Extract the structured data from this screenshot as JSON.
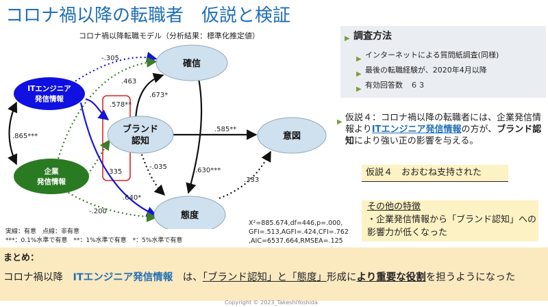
{
  "slide": {
    "title": "コロナ禍以降の転職者　仮説と検証",
    "model_title": "コロナ禍以降転職モデル（分析結果：標準化推定値）"
  },
  "diagram": {
    "nodes": {
      "it": {
        "line1": "ITエンジニア",
        "line2": "発信情報"
      },
      "corp": {
        "line1": "企業",
        "line2": "発信情報"
      },
      "brand": {
        "line1": "ブランド",
        "line2": "認知"
      },
      "certainty": "確信",
      "intention": "意図",
      "attitude": "態度"
    },
    "coefficients": {
      "it_certainty": "-.305",
      "corp_certainty": ".463",
      "it_brand": ".578**",
      "corp_brand": ".335",
      "brand_certainty": ".673*",
      "brand_intention": ".585**",
      "brand_attitude": "-.035",
      "certainty_attitude": ".630***",
      "attitude_intention": ".333",
      "it_attitude": ".640*",
      "corp_attitude": "-.200",
      "it_corp": ".865***"
    },
    "colors": {
      "it_node": "#1010e0",
      "corp_node": "#2a7a22",
      "ellipse": "#cfe0ee",
      "blue_arrow": "#1515d8",
      "green_arrow": "#3d7a2a",
      "black_arrow": "#111111",
      "highlight_box": "#e02020"
    },
    "legend": {
      "line1": "実線：有意　点線：非有意",
      "line2": "***：0.1%水準で有意　**：1%水準で有意　*：5%水準で有意"
    },
    "fit": {
      "line1": "X²=885.674,df=446,p=.000,",
      "line2": "GFI=.513,AGFI=.424,CFI=.762",
      "line3": ",AIC=6537.664,RMSEA=.125"
    }
  },
  "method": {
    "heading": "調査方法",
    "items": [
      "インターネットによる質問紙調査(同様)",
      "最後の転職経験が、2020年4月以降",
      "有効回答数　６３"
    ]
  },
  "hypothesis": {
    "p1": "仮説４：コロナ禍以降の転職者には、企業発信情報より",
    "hl": "ITエンジニア発信情報",
    "p2": "の方が、",
    "bd": "ブランド認知",
    "p3": "により強い正の影響を与える。"
  },
  "support": "仮説４　おおむね支持された",
  "feature": {
    "heading": "その他の特徴",
    "body": "・企業発信情報から「ブランド認知」への影響力が低くなった"
  },
  "summary": {
    "heading": "まとめ：",
    "p1": "コロナ禍以降　",
    "hl": "ITエンジニア発信情報",
    "p2": "　は、",
    "ul": "「ブランド認知」と「態度」",
    "p3": "形成に",
    "bd": "より重要な役割",
    "p4": "を担うようになった"
  },
  "copyright": "Copyright © 2023_TakeshiYoshida"
}
